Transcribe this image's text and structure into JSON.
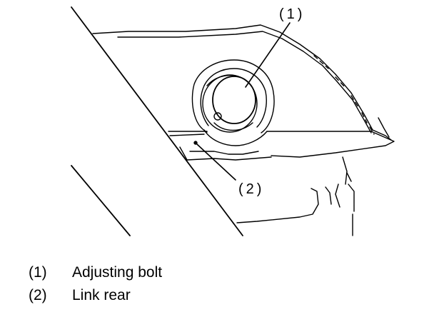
{
  "callouts": [
    {
      "number": "(1)",
      "label": "Adjusting bolt"
    },
    {
      "number": "(2)",
      "label": "Link rear"
    }
  ]
}
